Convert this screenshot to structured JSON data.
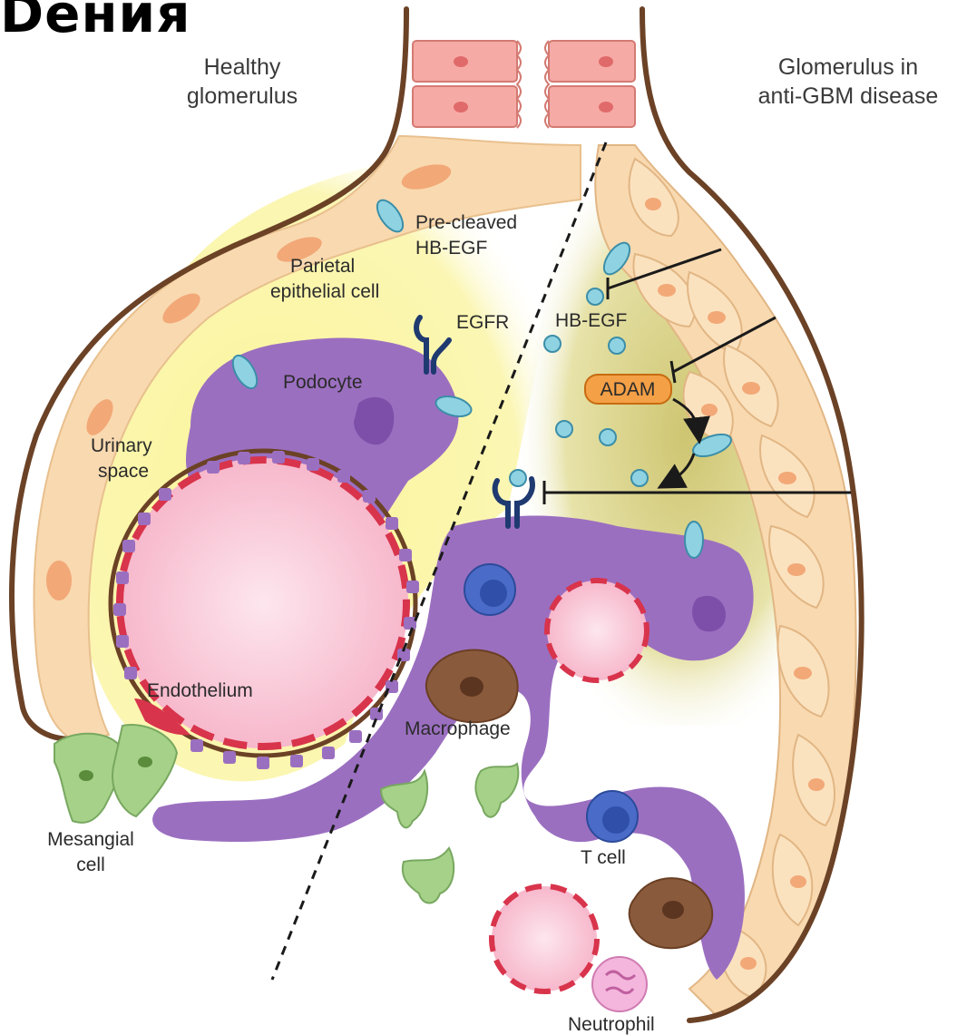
{
  "banner_text": "Dения",
  "headers": {
    "left_line1": "Healthy",
    "left_line2": "glomerulus",
    "right_line1": "Glomerulus in",
    "right_line2": "anti-GBM disease"
  },
  "labels": {
    "pre_cleaved_1": "Pre-cleaved",
    "pre_cleaved_2": "HB-EGF",
    "parietal_1": "Parietal",
    "parietal_2": "epithelial cell",
    "egfr": "EGFR",
    "podocyte": "Podocyte",
    "urinary_1": "Urinary",
    "urinary_2": "space",
    "hb_egf": "HB-EGF",
    "adam": "ADAM",
    "endothelium": "Endothelium",
    "macrophage": "Macrophage",
    "mesangial_1": "Mesangial",
    "mesangial_2": "cell",
    "t_cell": "T cell",
    "neutrophil": "Neutrophil"
  },
  "colors": {
    "capsule": "#6b4226",
    "parietal_fill": "#f9d9b0",
    "parietal_nucleus": "#f2a877",
    "urinary_yellow": "#fbf4a0",
    "disease_olive": "#cdc677",
    "podocyte": "#9b6fc0",
    "podocyte_dark": "#7d4fa8",
    "endothelium_red": "#d8344c",
    "lumen_pink": "#f8bfd0",
    "mesangial_green": "#a6d188",
    "hb_egf_blue": "#8fd3e3",
    "egfr_navy": "#1f3a70",
    "adam_orange": "#f4a046",
    "macrophage_brown": "#8a5a3c",
    "tcell_blue": "#4b6bc9",
    "neutrophil_pink": "#f4b6dc"
  }
}
